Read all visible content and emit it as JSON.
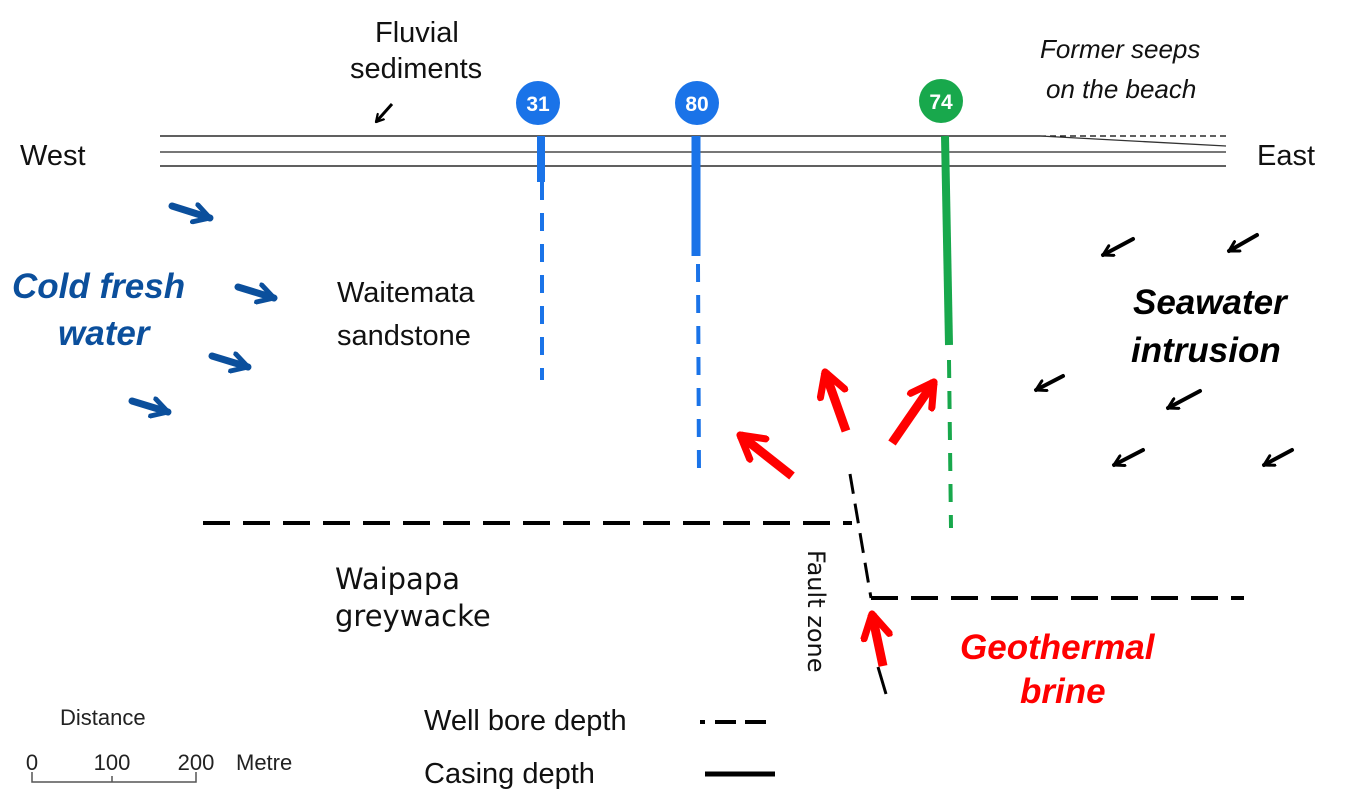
{
  "title": "Cross-section of aquifer with well bores, water sources and fault zone",
  "colors": {
    "fresh_water": "#0b4f9c",
    "well_blue": "#1a73e8",
    "well_green": "#18a84c",
    "brine_red": "#ff0000",
    "seawater_black": "#000000",
    "line_black": "#000000",
    "line_grey": "#777777"
  },
  "orientation": {
    "west": "West",
    "east": "East"
  },
  "layers": {
    "fluvial": {
      "line1": "Fluvial",
      "line2": "sediments"
    },
    "waitemata": {
      "line1": "Waitemata",
      "line2": "sandstone"
    },
    "waipapa": {
      "line1": "Waipapa",
      "line2": "greywacke"
    }
  },
  "annotations": {
    "former_seeps": {
      "line1": "Former seeps",
      "line2": "on the beach"
    },
    "fault_zone": "Fault zone"
  },
  "sources": {
    "cold_fresh_water": {
      "line1": "Cold fresh",
      "line2": "water"
    },
    "seawater_intrusion": {
      "line1": "Seawater",
      "line2": "intrusion"
    },
    "geothermal_brine": {
      "line1": "Geothermal",
      "line2": "brine"
    }
  },
  "wells": [
    {
      "id": "31",
      "color": "#1a73e8",
      "casing_depth_rel": 0.1,
      "bore_depth_rel": 0.54
    },
    {
      "id": "80",
      "color": "#1a73e8",
      "casing_depth_rel": 0.27,
      "bore_depth_rel": 0.74
    },
    {
      "id": "74",
      "color": "#18a84c",
      "casing_depth_rel": 0.47,
      "bore_depth_rel": 0.86
    }
  ],
  "legend": {
    "well_bore_depth": "Well bore depth",
    "casing_depth": "Casing depth"
  },
  "scale_bar": {
    "title": "Distance",
    "ticks": [
      "0",
      "100",
      "200"
    ],
    "unit": "Metre"
  }
}
